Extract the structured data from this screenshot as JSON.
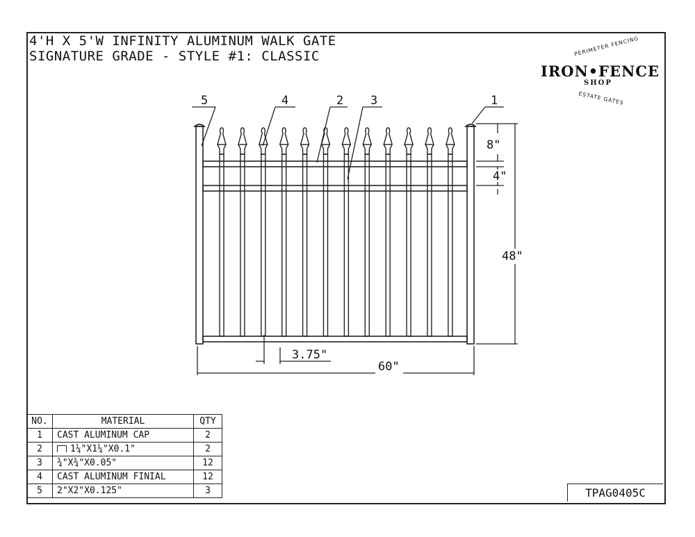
{
  "title": {
    "line1": "4'H X 5'W INFINITY ALUMINUM WALK GATE",
    "line2": "SIGNATURE GRADE - STYLE #1: CLASSIC"
  },
  "logo": {
    "top_arc": "PERIMETER FENCING",
    "main": "IRON•FENCE",
    "sub": "SHOP",
    "bottom_arc": "ESTATE GATES"
  },
  "callouts": [
    "5",
    "4",
    "2",
    "3",
    "1"
  ],
  "dimensions": {
    "finial_height": "8\"",
    "rail_spacing": "4\"",
    "gate_height": "48\"",
    "picket_spacing": "3.75\"",
    "gate_width": "60\""
  },
  "bom": {
    "headers": {
      "no": "NO.",
      "material": "MATERIAL",
      "qty": "QTY"
    },
    "rows": [
      {
        "no": "1",
        "material": "CAST ALUMINUM CAP",
        "qty": "2",
        "icon": ""
      },
      {
        "no": "2",
        "material": "1¼\"X1¼\"X0.1\"",
        "qty": "2",
        "icon": "u-channel-icon"
      },
      {
        "no": "3",
        "material": "¾\"X¾\"X0.05\"",
        "qty": "12",
        "icon": ""
      },
      {
        "no": "4",
        "material": "CAST ALUMINUM FINIAL",
        "qty": "12",
        "icon": ""
      },
      {
        "no": "5",
        "material": "2\"X2\"X0.125\"",
        "qty": "3",
        "icon": ""
      }
    ]
  },
  "drawing_number": "TPAG0405C"
}
